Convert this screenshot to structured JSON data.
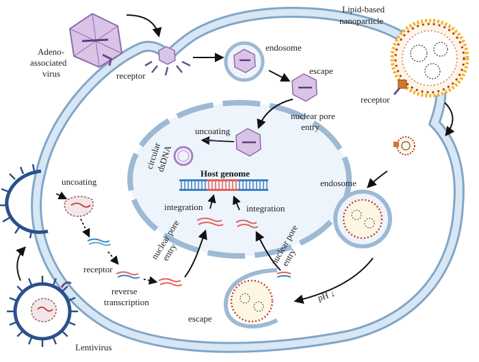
{
  "labels": {
    "aav_line1": "Adeno-",
    "aav_line2": "associated",
    "aav_line3": "virus",
    "receptor_top": "receptor",
    "endosome_top": "endosome",
    "escape_top": "escape",
    "nuclear_pore_top_1": "nuclear pore",
    "nuclear_pore_top_2": "entry",
    "uncoating_aav": "uncoating",
    "circular": "circular",
    "dsdna": "dsDNA",
    "host_genome": "Host genome",
    "integration_left": "integration",
    "integration_right": "integration",
    "lnp_line1": "Lipid-based",
    "lnp_line2": "nanoparticle",
    "receptor_lnp": "receptor",
    "endosome_right": "endosome",
    "uncoating_lenti": "uncoating",
    "receptor_lenti": "receptor",
    "reverse_1": "reverse",
    "reverse_2": "transcription",
    "nuclear_pore_mid_1": "nuclear pore",
    "nuclear_pore_mid_2": "entry",
    "nuclear_pore_right_1": "nuclear pore",
    "nuclear_pore_right_2": "entry",
    "ph": "pH ↓",
    "escape_bottom": "escape",
    "lentivirus": "Lentivirus"
  },
  "colors": {
    "membrane_fill": "#c9deef",
    "membrane_stroke": "#7fa6c8",
    "nucleus_fill": "#eef4fb",
    "aav_fill": "#d9c4e8",
    "aav_stroke": "#8c6aa6",
    "lenti_blue": "#2c4f8c",
    "lipid_red": "#c0392b",
    "lipid_yellow": "#f0b429",
    "dna_red": "#e0605a",
    "dna_blue": "#3b7fc4"
  }
}
